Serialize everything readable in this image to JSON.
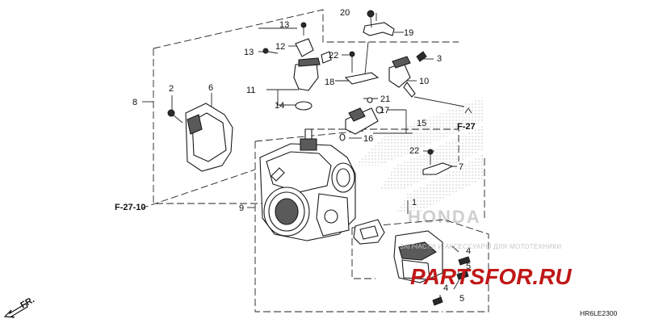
{
  "diagram_code": "HR6LE2300",
  "front_label": "FR.",
  "references": {
    "ref_upper": "F-27",
    "ref_left": "F-27-10"
  },
  "callouts": {
    "c1": "1",
    "c2": "2",
    "c3": "3",
    "c4a": "4",
    "c4b": "4",
    "c5a": "5",
    "c5b": "5",
    "c6": "6",
    "c7": "7",
    "c8": "8",
    "c9": "9",
    "c10": "10",
    "c11": "11",
    "c12": "12",
    "c13a": "13",
    "c13b": "13",
    "c14": "14",
    "c15": "15",
    "c16": "16",
    "c17": "17",
    "c18": "18",
    "c19": "19",
    "c20": "20",
    "c21": "21",
    "c22a": "22",
    "c22b": "22"
  },
  "watermark": {
    "brand_text": "HONDA",
    "shop_line": "ЗАПЧАСТИ И АКСЕССУАРЫ ДЛЯ МОТОТЕХНИКИ",
    "shop_logo": "PARTSFOR.RU"
  },
  "colors": {
    "ink": "#111111",
    "watermark_red": "#c01818",
    "watermark_grey": "#c7c7c7"
  }
}
